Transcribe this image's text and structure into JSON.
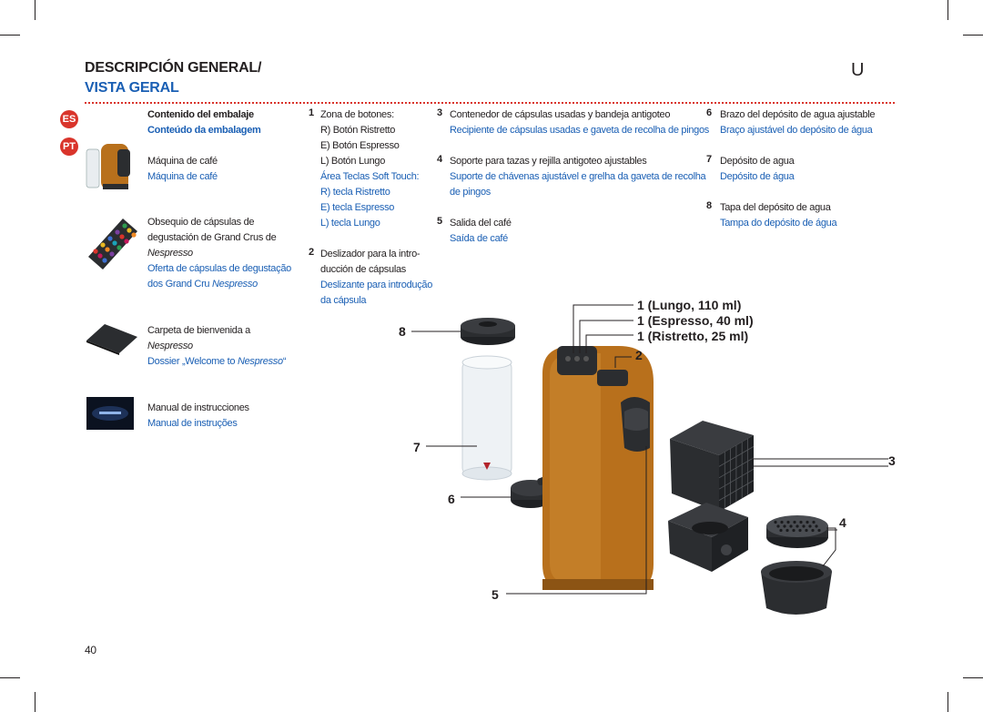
{
  "header": {
    "title_es": "DESCRIPCIÓN GENERAL/",
    "title_pt": "VISTA GERAL",
    "brand_mark": "U"
  },
  "badges": {
    "es": "ES",
    "pt": "PT"
  },
  "package": {
    "heading_es": "Contenido del embalaje",
    "heading_pt": "Conteúdo da embalagem",
    "items": [
      {
        "es": "Máquina de café",
        "pt": "Máquina de café",
        "icon": "coffee-machine-icon"
      },
      {
        "es_1": "Obsequio de cápsulas de",
        "es_2": "degustación de Grand Crus de",
        "es_3": "Nespresso",
        "pt_1": "Oferta de cápsulas de degustação",
        "pt_2": "dos Grand Cru ",
        "pt_3": "Nespresso",
        "icon": "capsule-box-icon"
      },
      {
        "es_1": "Carpeta de bienvenida a",
        "es_2": "Nespresso",
        "pt_1": "Dossier „Welcome to ",
        "pt_2": "Nespresso",
        "pt_3": "“",
        "icon": "welcome-folder-icon"
      },
      {
        "es": "Manual de instrucciones",
        "pt": "Manual de instruções",
        "icon": "manual-icon"
      }
    ]
  },
  "legend": {
    "item1": {
      "num": "1",
      "es_1": "Zona de botones:",
      "es_2": "R) Botón Ristretto",
      "es_3": "E) Botón Espresso",
      "es_4": "L) Botón Lungo",
      "pt_1": "Área Teclas Soft Touch:",
      "pt_2": "R) tecla Ristretto",
      "pt_3": "E) tecla Espresso",
      "pt_4": "L) tecla Lungo"
    },
    "item2": {
      "num": "2",
      "es_1": "Deslizador para la intro-",
      "es_2": "ducción de cápsulas",
      "pt_1": "Deslizante para introdução",
      "pt_2": "da cápsula"
    },
    "item3": {
      "num": "3",
      "es": "Contenedor de cápsulas usadas y bandeja antigoteo",
      "pt": "Recipiente de cápsulas usadas e gaveta de recolha de pingos"
    },
    "item4": {
      "num": "4",
      "es": "Soporte para tazas y rejilla antigoteo ajustables",
      "pt_1": "Suporte de chávenas ajustável e grelha da gaveta de recolha",
      "pt_2": "de pingos"
    },
    "item5": {
      "num": "5",
      "es": "Salida del café",
      "pt": "Saída de café"
    },
    "item6": {
      "num": "6",
      "es": "Brazo del depósito de agua ajustable",
      "pt": "Braço ajustável do depósito de água"
    },
    "item7": {
      "num": "7",
      "es": "Depósito de agua",
      "pt": "Depósito de água"
    },
    "item8": {
      "num": "8",
      "es": "Tapa del depósito de agua",
      "pt": "Tampa do depósito de água"
    }
  },
  "diagram": {
    "lungo": "1 (Lungo, 110 ml)",
    "espresso": "1 (Espresso, 40 ml)",
    "ristretto": "1 (Ristretto, 25 ml)",
    "callouts": {
      "n2": "2",
      "n3": "3",
      "n4": "4",
      "n5": "5",
      "n6": "6",
      "n7": "7",
      "n8": "8"
    },
    "colors": {
      "machine": "#b8701c",
      "dark": "#2b2d30",
      "tank": "#eef2f5"
    }
  },
  "footer": {
    "page_number": "40"
  },
  "colors": {
    "accent_red": "#d9342b",
    "accent_blue": "#1a5fb4"
  }
}
